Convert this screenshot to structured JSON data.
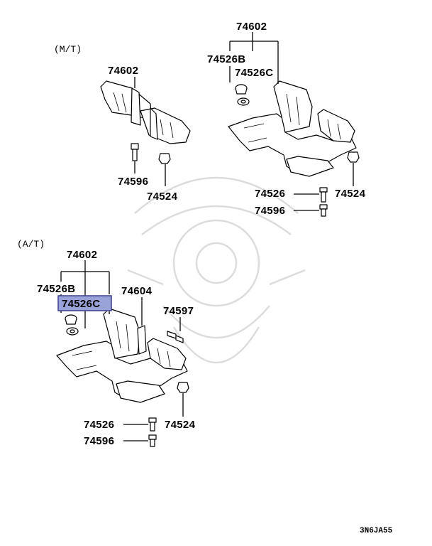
{
  "sections": {
    "mt": "(M/T)",
    "at": "(A/T)"
  },
  "callouts": {
    "mt_left": {
      "p74602": "74602",
      "p74596": "74596",
      "p74524": "74524"
    },
    "mt_right": {
      "p74602": "74602",
      "p74526b": "74526B",
      "p74526c": "74526C",
      "p74526": "74526",
      "p74596": "74596",
      "p74524": "74524"
    },
    "at": {
      "p74602": "74602",
      "p74526b": "74526B",
      "p74526c": "74526C",
      "p74604": "74604",
      "p74597": "74597",
      "p74526": "74526",
      "p74596": "74596",
      "p74524": "74524"
    }
  },
  "highlight": {
    "part": "74526C",
    "color": "#9aa3d8"
  },
  "diagram_code": "3N6JA55"
}
